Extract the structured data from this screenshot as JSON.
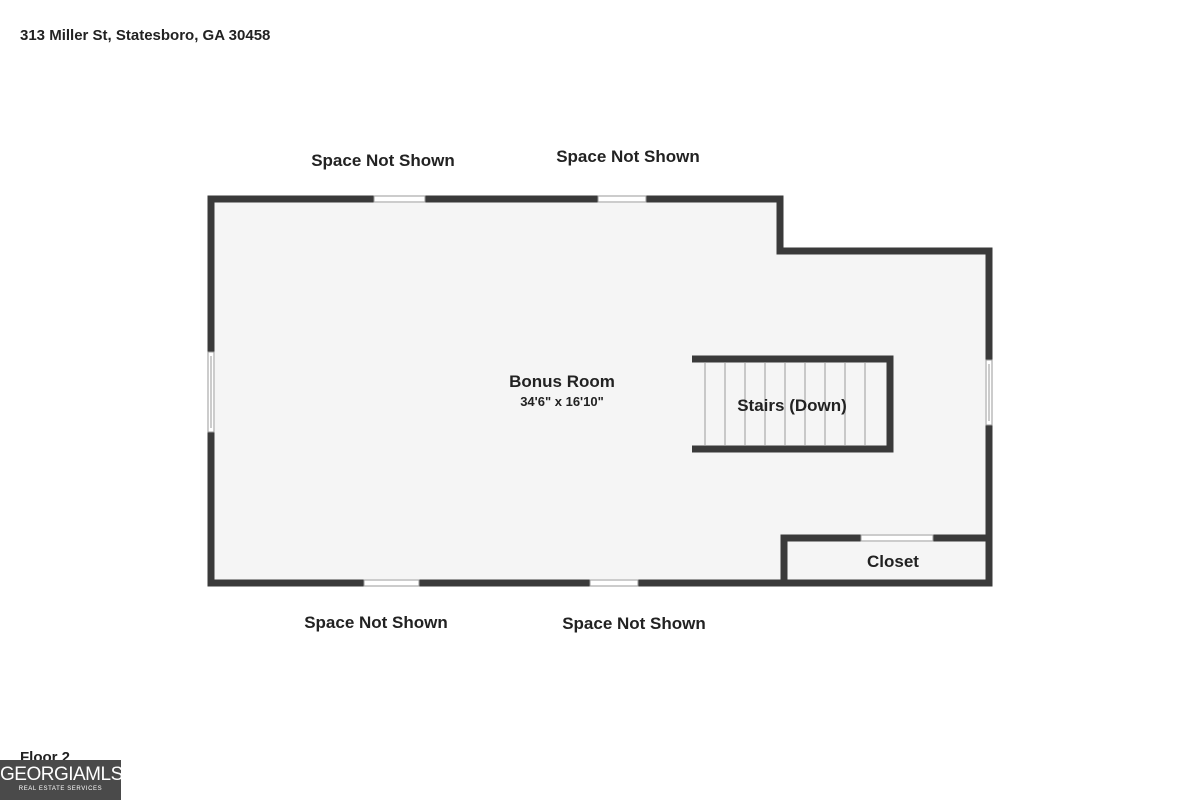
{
  "header": {
    "address": "313 Miller St, Statesboro, GA 30458"
  },
  "plan": {
    "labels": {
      "top_left": "Space Not Shown",
      "top_right": "Space Not Shown",
      "bottom_left": "Space Not Shown",
      "bottom_right": "Space Not Shown"
    },
    "rooms": {
      "bonus_name": "Bonus Room",
      "bonus_dims": "34'6\" x 16'10\"",
      "stairs": "Stairs (Down)",
      "closet": "Closet"
    }
  },
  "footer": {
    "floor": "Floor 2",
    "logo_main": "GEORGIAMLS",
    "logo_sub": "REAL ESTATE SERVICES"
  },
  "colors": {
    "wall": "#3a3a3a",
    "floor_fill": "#f5f5f5",
    "logo_bg": "#4a4a4a"
  }
}
